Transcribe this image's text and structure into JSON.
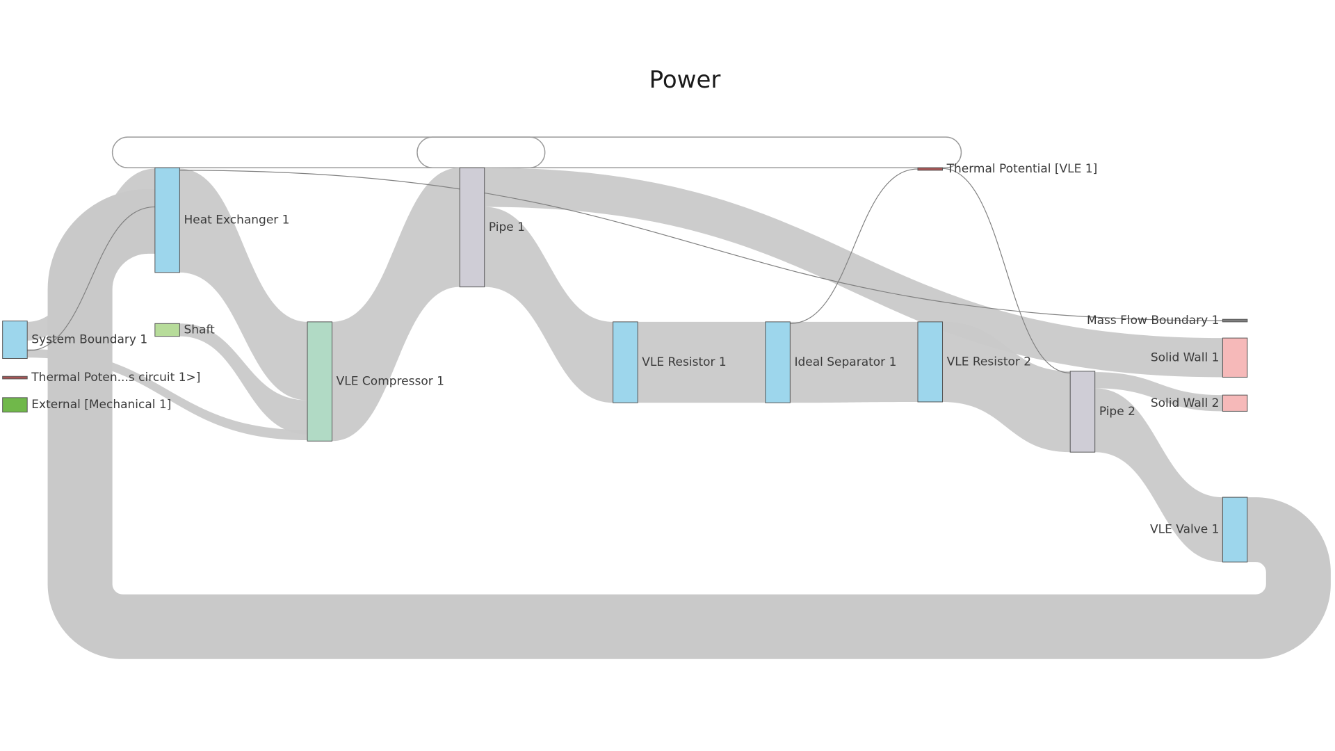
{
  "title": "Power",
  "colors": {
    "link": "#c9c9c9",
    "thin_link": "#808080",
    "blue_node": "#9dd6ec",
    "gray_node": "#cfcdd6",
    "green_node": "#b1dac5",
    "light_green_node": "#b7dc9a",
    "dark_green_node": "#70b84a",
    "pink_node": "#f6b9b9",
    "red_line_node": "#a85555"
  },
  "nodes": [
    {
      "id": "system_boundary_1",
      "label": "System Boundary 1",
      "color": "blue_node"
    },
    {
      "id": "thermal_potential_circuit",
      "label": "Thermal Poten...s circuit 1>]",
      "color": "red_line_node"
    },
    {
      "id": "external_mechanical",
      "label": "External [Mechanical 1]",
      "color": "dark_green_node"
    },
    {
      "id": "heat_exchanger_1",
      "label": "Heat Exchanger 1",
      "color": "blue_node"
    },
    {
      "id": "shaft",
      "label": "Shaft",
      "color": "light_green_node"
    },
    {
      "id": "vle_compressor_1",
      "label": "VLE Compressor 1",
      "color": "green_node"
    },
    {
      "id": "pipe_1",
      "label": "Pipe 1",
      "color": "gray_node"
    },
    {
      "id": "vle_resistor_1",
      "label": "VLE Resistor 1",
      "color": "blue_node"
    },
    {
      "id": "ideal_separator_1",
      "label": "Ideal Separator 1",
      "color": "blue_node"
    },
    {
      "id": "vle_resistor_2",
      "label": "VLE Resistor 2",
      "color": "blue_node"
    },
    {
      "id": "thermal_potential_vle",
      "label": "Thermal Potential [VLE 1]",
      "color": "red_line_node"
    },
    {
      "id": "mass_flow_boundary_1",
      "label": "Mass Flow Boundary 1",
      "color": "thin_link"
    },
    {
      "id": "solid_wall_1",
      "label": "Solid Wall 1",
      "color": "pink_node"
    },
    {
      "id": "solid_wall_2",
      "label": "Solid Wall 2",
      "color": "pink_node"
    },
    {
      "id": "pipe_2",
      "label": "Pipe 2",
      "color": "gray_node"
    },
    {
      "id": "vle_valve_1",
      "label": "VLE Valve 1",
      "color": "blue_node"
    }
  ],
  "links": [
    {
      "source": "system_boundary_1",
      "target": "heat_exchanger_1",
      "kind": "band"
    },
    {
      "source": "system_boundary_1",
      "target": "vle_compressor_1",
      "kind": "band"
    },
    {
      "source": "heat_exchanger_1",
      "target": "vle_compressor_1",
      "kind": "band"
    },
    {
      "source": "shaft",
      "target": "vle_compressor_1",
      "kind": "band"
    },
    {
      "source": "vle_compressor_1",
      "target": "pipe_1",
      "kind": "band"
    },
    {
      "source": "pipe_1",
      "target": "vle_resistor_1",
      "kind": "band"
    },
    {
      "source": "pipe_1",
      "target": "solid_wall_1",
      "kind": "band"
    },
    {
      "source": "vle_resistor_1",
      "target": "ideal_separator_1",
      "kind": "band"
    },
    {
      "source": "ideal_separator_1",
      "target": "vle_resistor_2",
      "kind": "band"
    },
    {
      "source": "vle_resistor_2",
      "target": "pipe_2",
      "kind": "band"
    },
    {
      "source": "pipe_2",
      "target": "solid_wall_2",
      "kind": "band"
    },
    {
      "source": "pipe_2",
      "target": "vle_valve_1",
      "kind": "band"
    },
    {
      "source": "vle_valve_1",
      "target": "heat_exchanger_1",
      "kind": "band"
    },
    {
      "source": "heat_exchanger_1",
      "target": "mass_flow_boundary_1",
      "kind": "thin"
    },
    {
      "source": "ideal_separator_1",
      "target": "thermal_potential_vle",
      "kind": "thin"
    },
    {
      "source": "thermal_potential_vle",
      "target": "pipe_2",
      "kind": "thin"
    },
    {
      "source": "system_boundary_1",
      "target": "heat_exchanger_1",
      "kind": "thin"
    }
  ]
}
